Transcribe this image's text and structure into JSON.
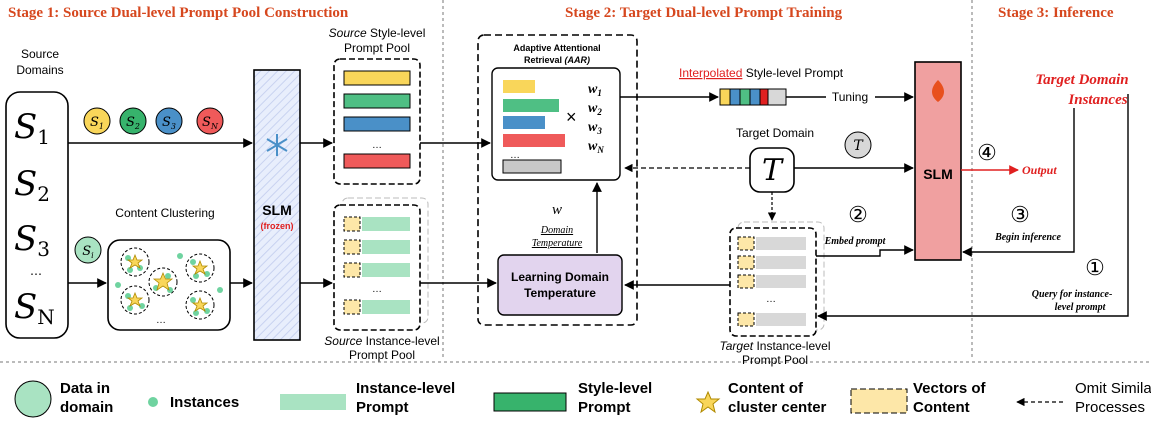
{
  "stages": {
    "s1": "Stage 1:  Source Dual-level Prompt Pool Construction",
    "s2": "Stage 2:  Target Dual-level Prompt Training",
    "s3": "Stage 3:    Inference"
  },
  "source_domains": {
    "title_line1": "Source",
    "title_line2": "Domains",
    "symbols": [
      "S",
      "S",
      "S",
      "…",
      "S"
    ],
    "subscripts": [
      "1",
      "2",
      "3",
      "",
      "N"
    ]
  },
  "domain_circles": [
    {
      "sub": "1",
      "color": "#f9d65a"
    },
    {
      "sub": "2",
      "color": "#37b36c"
    },
    {
      "sub": "3",
      "color": "#4a90c8"
    },
    {
      "sub": "N",
      "color": "#ef5a5a"
    }
  ],
  "instance_circle_sub": "i",
  "content_clustering": "Content Clustering",
  "slm_frozen": {
    "title": "SLM",
    "sub": "(frozen)"
  },
  "style_pool": {
    "line1_it": "Source",
    "line1_rest": " Style-level",
    "line2": "Prompt Pool",
    "ellipsis": "…"
  },
  "instance_pool": {
    "line1_it": "Source",
    "line1_rest": " Instance-level",
    "line2": "Prompt Pool",
    "ellipsis": "…"
  },
  "aar": {
    "line1": "Adaptive Attentional",
    "line2_a": "Retrieval ",
    "line2_b": "(AAR)",
    "weights": [
      "w1",
      "w2",
      "w3",
      "wN"
    ],
    "times": "×",
    "ellipsis": "…"
  },
  "w_label": "w",
  "domain_temperature": {
    "line1": "Domain",
    "line2": "Temperature"
  },
  "learning_box": {
    "line1": "Learning Domain",
    "line2": "Temperature"
  },
  "interpolated": {
    "red": "Interpolated",
    "rest": " Style-level Prompt"
  },
  "tuning": "Tuning",
  "target_domain": "Target Domain",
  "target_symbol": "T",
  "slm_right": "SLM",
  "target_pool": {
    "line1_it": "Target",
    "line1_rest": " Instance-level",
    "line2": "Prompt Pool",
    "ellipsis": "…"
  },
  "steps": {
    "n1": "①",
    "n2": "②",
    "n3": "③",
    "n4": "④",
    "embed": "Embed prompt",
    "begin": "Begin inference",
    "query1": "Query for instance-",
    "query2": "level prompt",
    "output": "Output"
  },
  "target_instances": {
    "line1": "Target Domain",
    "line2": "Instances"
  },
  "legend": [
    {
      "l1": "Data in",
      "l2": "domain"
    },
    {
      "l1": "Instances",
      "l2": ""
    },
    {
      "l1": "Instance-level",
      "l2": "Prompt"
    },
    {
      "l1": "Style-level",
      "l2": "Prompt"
    },
    {
      "l1": "Content of",
      "l2": "cluster center"
    },
    {
      "l1": "Vectors of",
      "l2": "Content"
    },
    {
      "l1": "Omit Similar",
      "l2": "Processes"
    }
  ],
  "colors": {
    "stage": "#d6471e",
    "yellow": "#f9d65a",
    "green": "#4fbf84",
    "blue": "#4a90c8",
    "red": "#ef5a5a",
    "slm_left": "#dfe3f5",
    "slm_right": "#f0a0a0",
    "learning": "#e2d4ee",
    "light_green": "#a9e3c2",
    "vec": "#fde7a8"
  }
}
